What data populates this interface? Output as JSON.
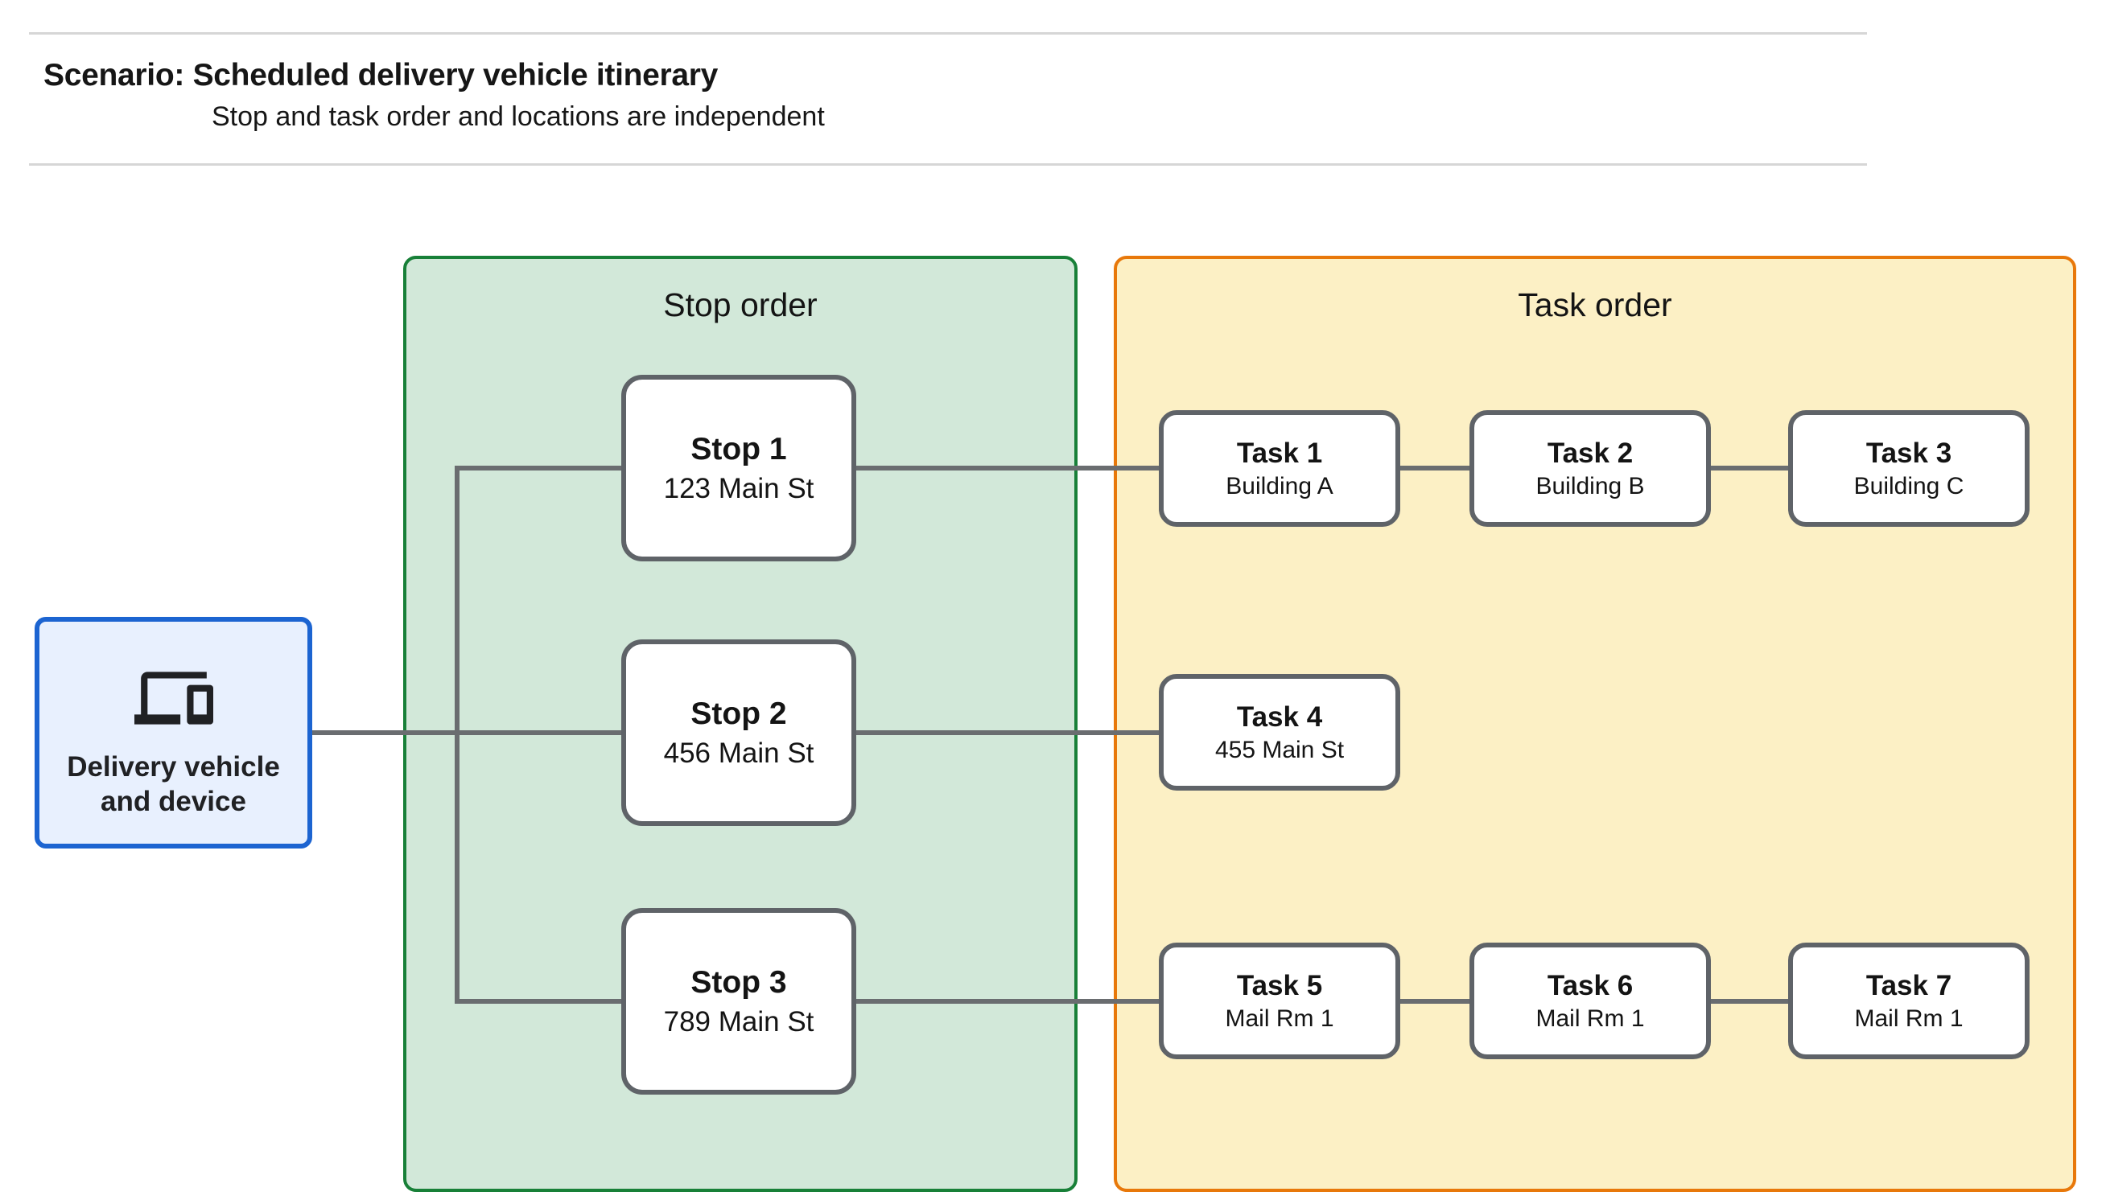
{
  "header": {
    "title": "Scenario: Scheduled delivery vehicle itinerary",
    "subtitle": "Stop and task order and locations are independent"
  },
  "device": {
    "icon": "devices-icon",
    "label": "Delivery vehicle and device"
  },
  "stop_panel": {
    "title": "Stop order"
  },
  "task_panel": {
    "title": "Task order"
  },
  "stops": [
    {
      "name": "Stop 1",
      "location": "123 Main St"
    },
    {
      "name": "Stop 2",
      "location": "456 Main St"
    },
    {
      "name": "Stop 3",
      "location": "789 Main St"
    }
  ],
  "tasks": [
    {
      "name": "Task 1",
      "location": "Building A"
    },
    {
      "name": "Task 2",
      "location": "Building B"
    },
    {
      "name": "Task 3",
      "location": "Building C"
    },
    {
      "name": "Task 4",
      "location": "455 Main St"
    },
    {
      "name": "Task 5",
      "location": "Mail Rm 1"
    },
    {
      "name": "Task 6",
      "location": "Mail Rm 1"
    },
    {
      "name": "Task 7",
      "location": "Mail Rm 1"
    }
  ],
  "colors": {
    "stop_panel_fill": "#d2e8d9",
    "stop_panel_border": "#188038",
    "task_panel_fill": "#fcf0c5",
    "task_panel_border": "#e8780a",
    "device_fill": "#e8f0fe",
    "device_border": "#1c64d1",
    "node_border": "#5f6368",
    "connector": "#6a6d70",
    "rule": "#d6d6d6",
    "text": "#141414"
  }
}
